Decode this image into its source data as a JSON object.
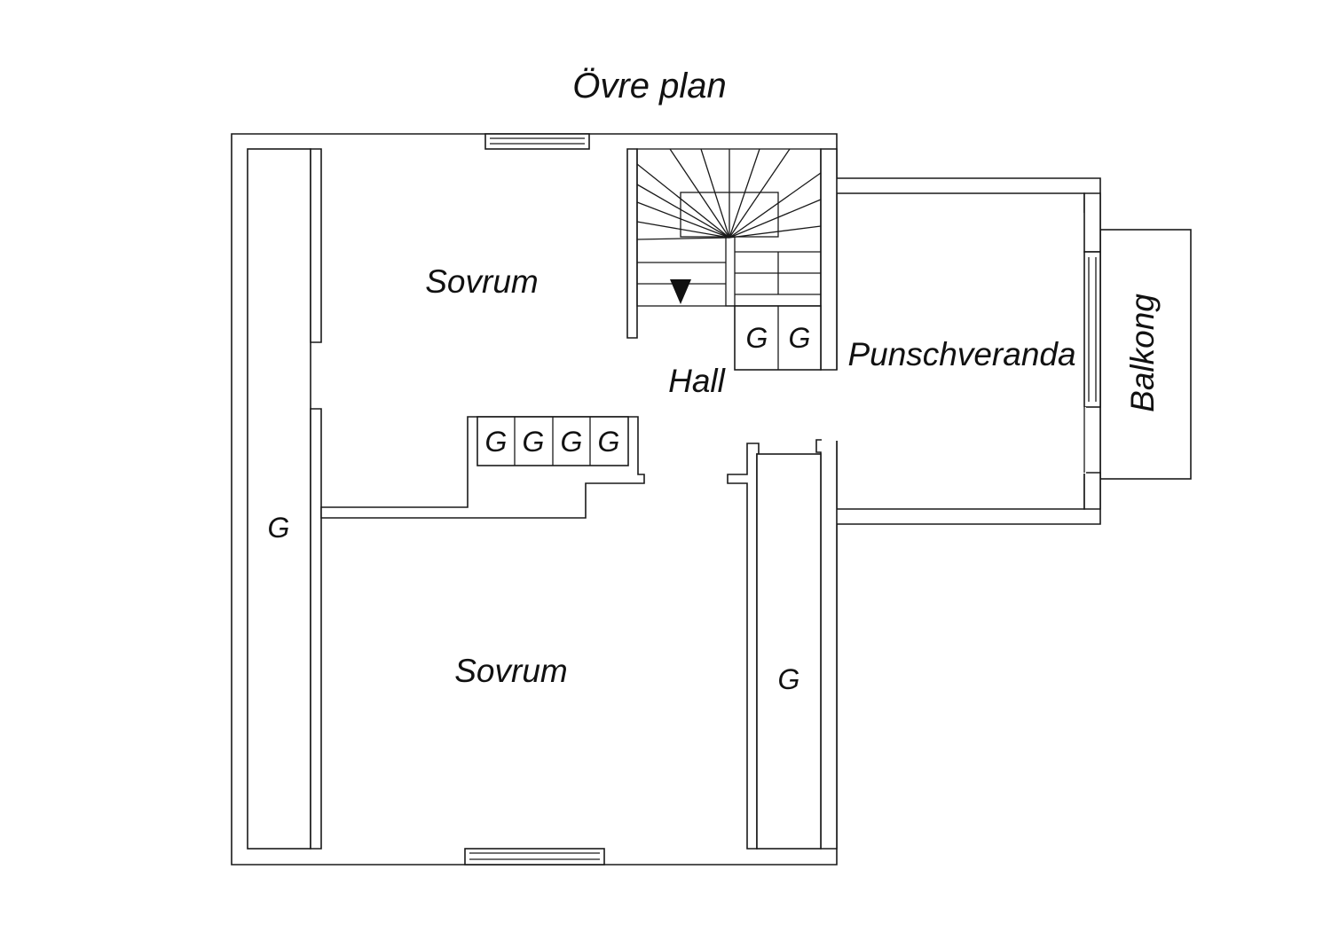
{
  "title": "Övre plan",
  "rooms": {
    "bedroom_top": "Sovrum",
    "bedroom_bottom": "Sovrum",
    "hall": "Hall",
    "veranda": "Punschveranda",
    "balcony": "Balkong"
  },
  "closet_label": "G",
  "colors": {
    "stroke": "#1a1a1a",
    "background": "#ffffff"
  }
}
